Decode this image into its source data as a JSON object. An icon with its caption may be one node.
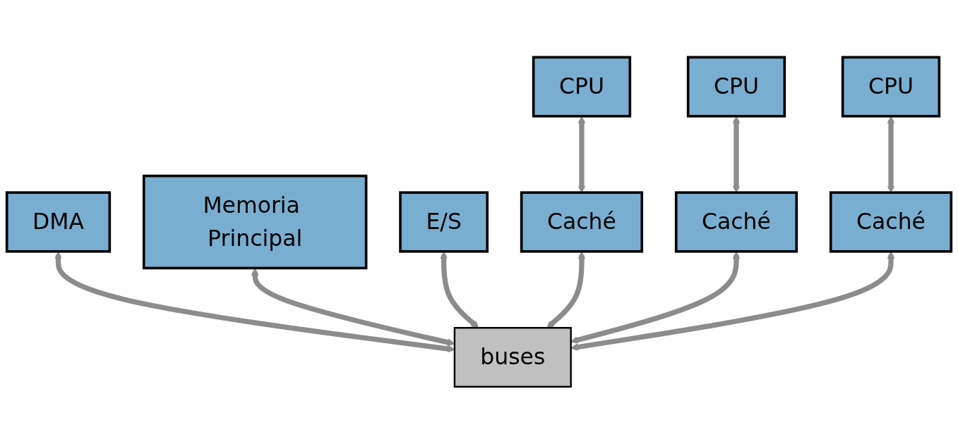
{
  "diagram": {
    "nodes": [
      {
        "text": [
          "CPU"
        ]
      },
      {
        "text": [
          "CPU"
        ]
      },
      {
        "text": [
          "CPU"
        ]
      },
      {
        "text": [
          "DMA"
        ]
      },
      {
        "text": [
          "Memoria Principal"
        ]
      },
      {
        "text": [
          "E/S"
        ]
      },
      {
        "text": [
          "Caché"
        ]
      },
      {
        "text": [
          "Caché"
        ]
      },
      {
        "text": [
          "Caché"
        ]
      },
      {
        "text": [
          "buses"
        ]
      }
    ],
    "edges": [
      {
        "from": 0,
        "to": 6,
        "arrow": "both"
      },
      {
        "from": 1,
        "to": 7,
        "arrow": "both"
      },
      {
        "from": 2,
        "to": 8,
        "arrow": "both"
      },
      {
        "from": 3,
        "to": 9,
        "arrow": "both"
      },
      {
        "from": 4,
        "to": 9,
        "arrow": "both"
      },
      {
        "from": 5,
        "to": 9,
        "arrow": "both"
      },
      {
        "from": 6,
        "to": 9,
        "arrow": "both"
      },
      {
        "from": 7,
        "to": 9,
        "arrow": "both"
      },
      {
        "from": 8,
        "to": 9,
        "arrow": "both"
      }
    ]
  }
}
